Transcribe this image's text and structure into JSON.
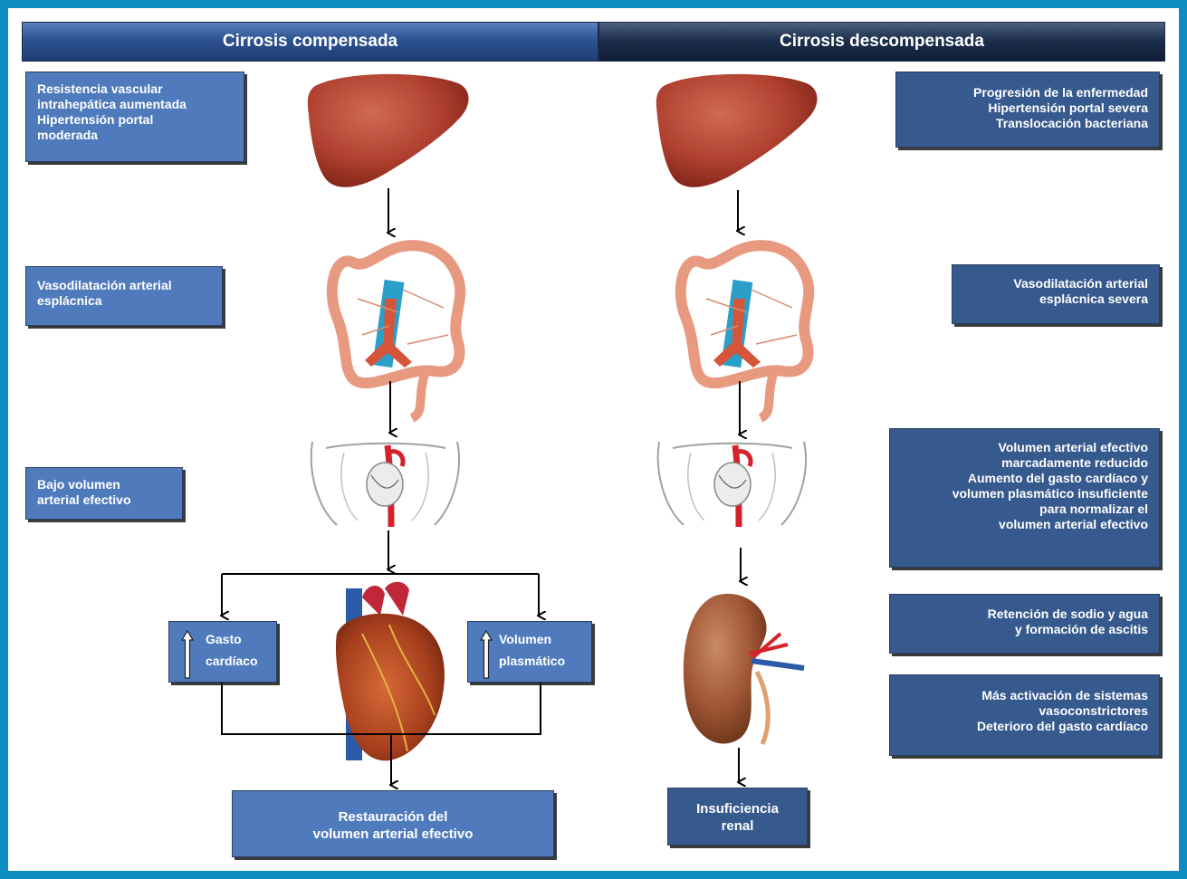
{
  "header": {
    "left": "Cirrosis compensada",
    "right": "Cirrosis descompensada"
  },
  "left_boxes": {
    "resistencia": [
      "Resistencia vascular",
      "intrahepática aumentada",
      "Hipertensión portal",
      "moderada"
    ],
    "vasodilatacion": [
      "Vasodilatación arterial",
      "esplácnica"
    ],
    "bajo_volumen": [
      "Bajo volumen",
      "arterial efectivo"
    ],
    "gasto": [
      "Gasto",
      "cardíaco"
    ],
    "volumen_plasmatico": [
      "Volumen",
      "plasmático"
    ],
    "restauracion": [
      "Restauración del",
      "volumen arterial efectivo"
    ]
  },
  "right_boxes": {
    "progresion": [
      "Progresión de la enfermedad",
      "Hipertensión portal severa",
      "Translocación bacteriana"
    ],
    "vasodilatacion_severa": [
      "Vasodilatación arterial",
      "esplácnica severa"
    ],
    "volumen_reducido": [
      "Volumen arterial efectivo",
      "marcadamente reducido",
      "Aumento del gasto cardíaco y",
      "volumen plasmático insuficiente",
      "para normalizar el",
      "volumen arterial efectivo"
    ],
    "retencion": [
      "Retención de sodio y agua",
      "y formación de ascitis"
    ],
    "activacion": [
      "Más activación de sistemas",
      "vasoconstrictores",
      "Deterioro del gasto cardíaco"
    ],
    "insuficiencia": [
      "Insuficiencia",
      "renal"
    ]
  },
  "colors": {
    "frame": "#0d8cc0",
    "light_box": "#4f7bbd",
    "dark_box": "#36598e",
    "liver": "#b0402f",
    "intestine": "#e89a80",
    "artery": "#d4222a"
  }
}
